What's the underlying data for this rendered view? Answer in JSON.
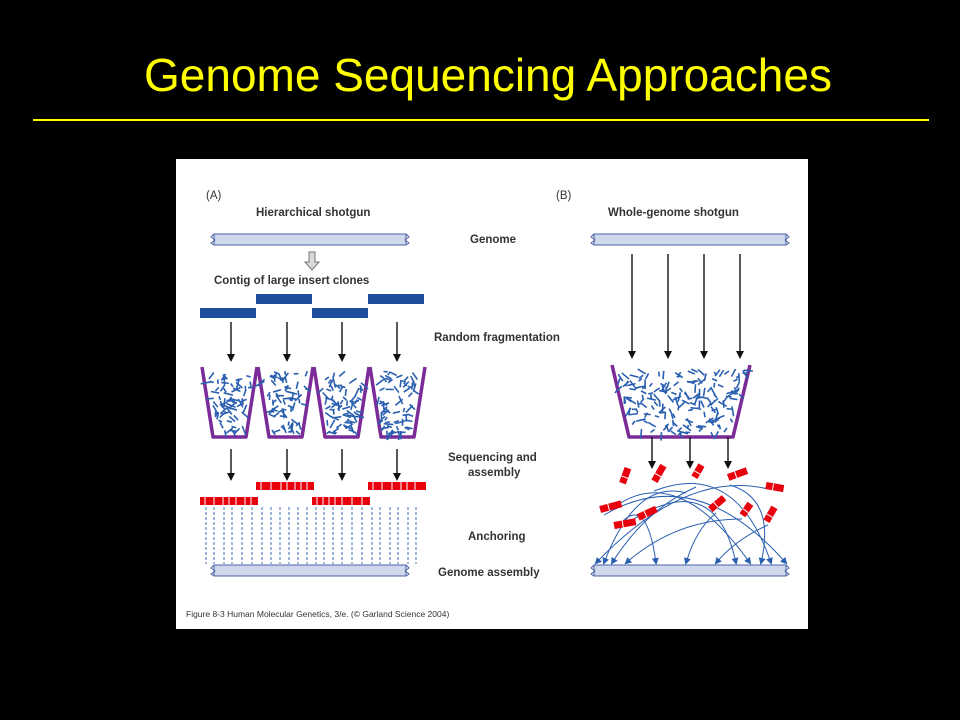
{
  "slide": {
    "title": "Genome Sequencing Approaches"
  },
  "figure": {
    "panel_a": {
      "tag": "(A)",
      "heading": "Hierarchical shotgun",
      "contig_label": "Contig of large insert clones"
    },
    "panel_b": {
      "tag": "(B)",
      "heading": "Whole-genome shotgun"
    },
    "step_labels": {
      "genome": "Genome",
      "random_fragmentation": "Random fragmentation",
      "sequencing_line1": "Sequencing and",
      "sequencing_line2": "assembly",
      "anchoring": "Anchoring",
      "genome_assembly": "Genome assembly"
    },
    "caption": "Figure 8-3  Human Molecular Genetics, 3/e.  (© Garland Science 2004)",
    "colors": {
      "background": "#000000",
      "title": "#ffff00",
      "genome_bar_fill": "#cfd8ec",
      "genome_bar_stroke": "#4a62a8",
      "clone_blue": "#1f4e9c",
      "fragment_blue": "#2a5fb0",
      "beaker_purple": "#7b2b97",
      "sequence_red": "#e8000d",
      "arrow": "#111111"
    }
  }
}
